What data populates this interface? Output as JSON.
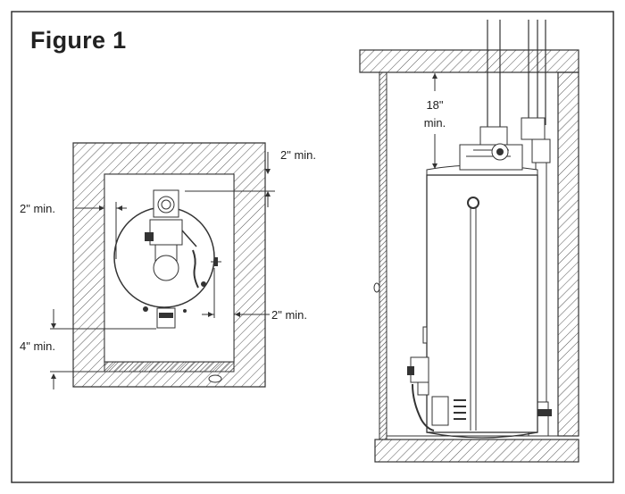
{
  "figure": {
    "title": "Figure 1",
    "top_view": {
      "clearance_top": "2\" min.",
      "clearance_left": "2\" min.",
      "clearance_right": "2\" min.",
      "clearance_front": "4\" min."
    },
    "side_view": {
      "clearance_vent_line1": "18\"",
      "clearance_vent_line2": "min."
    }
  },
  "colors": {
    "line": "#333333",
    "hatch": "#555555",
    "background": "#ffffff"
  }
}
